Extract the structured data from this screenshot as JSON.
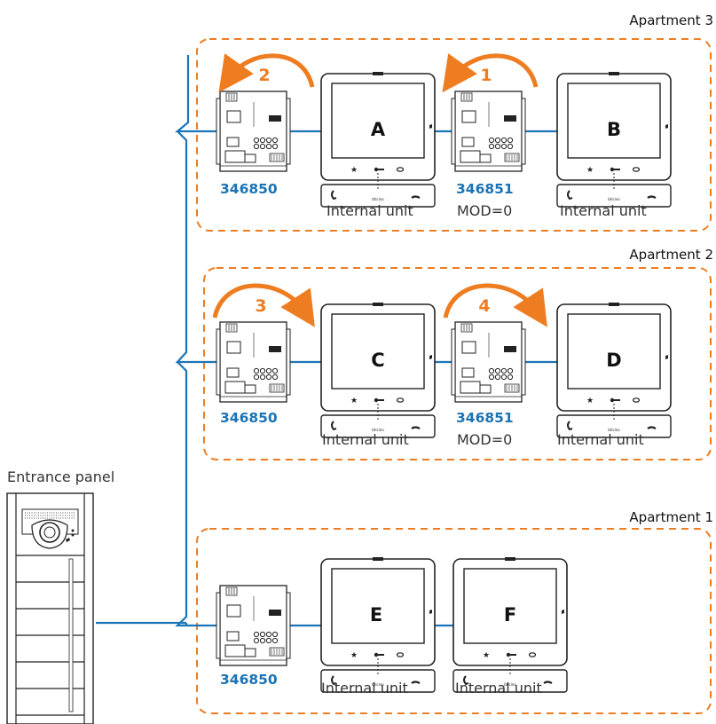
{
  "entrance_panel": {
    "label": "Entrance panel"
  },
  "apartments": [
    {
      "title": "Apartment 3",
      "interface": {
        "code": "346850"
      },
      "units": [
        {
          "letter": "A",
          "caption": "Internal unit"
        },
        {
          "letter": "B",
          "caption": "Internal unit"
        }
      ],
      "extender": {
        "code": "346851",
        "mode": "MOD=0"
      },
      "steps": [
        "2",
        "1"
      ]
    },
    {
      "title": "Apartment 2",
      "interface": {
        "code": "346850"
      },
      "units": [
        {
          "letter": "C",
          "caption": "Internal unit"
        },
        {
          "letter": "D",
          "caption": "Internal unit"
        }
      ],
      "extender": {
        "code": "346851",
        "mode": "MOD=0"
      },
      "steps": [
        "3",
        "4"
      ]
    },
    {
      "title": "Apartment 1",
      "interface": {
        "code": "346850"
      },
      "units": [
        {
          "letter": "E",
          "caption": "Internal unit"
        },
        {
          "letter": "F",
          "caption": "Internal unit"
        }
      ]
    }
  ],
  "colors": {
    "bus_line": "#1b74b5",
    "dashed_box": "#ee7d22",
    "arrow": "#ee7d22",
    "code_text": "#1b74b5"
  }
}
